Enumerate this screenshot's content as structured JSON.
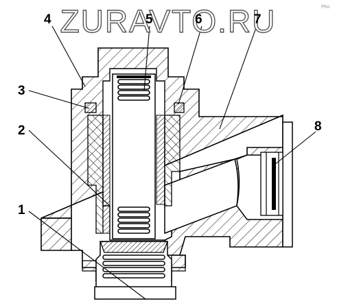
{
  "watermark": "ZURAVTO.RU",
  "corner_mark": "Pho",
  "callouts": [
    {
      "label": "1"
    },
    {
      "label": "2"
    },
    {
      "label": "3"
    },
    {
      "label": "4"
    },
    {
      "label": "5"
    },
    {
      "label": "6"
    },
    {
      "label": "7"
    },
    {
      "label": "8"
    }
  ],
  "colors": {
    "ink": "#000000",
    "paper": "#ffffff",
    "watermark_outline": "#555555"
  }
}
